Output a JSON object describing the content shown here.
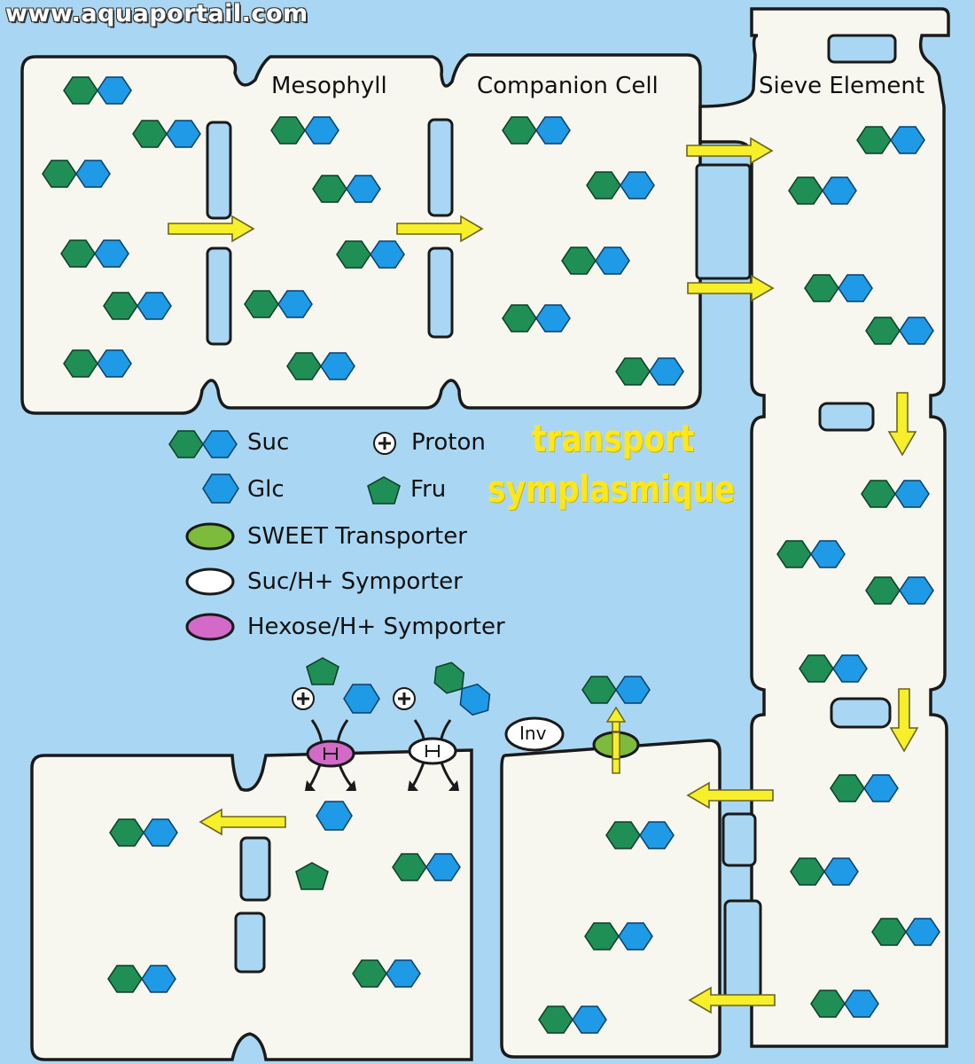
{
  "watermark": "www.aquaportail.com",
  "labels": {
    "mesophyll": "Mesophyll",
    "companion_cell": "Companion Cell",
    "sieve_element": "Sieve Element",
    "inv": "Inv"
  },
  "caption": {
    "line1": "transport",
    "line2": "symplasmique"
  },
  "legend": {
    "suc": "Suc",
    "proton": "Proton",
    "glc": "Glc",
    "fru": "Fru",
    "sweet": "SWEET Transporter",
    "suc_symporter": "Suc/H+ Symporter",
    "hexose_symporter": "Hexose/H+ Symporter"
  },
  "colors": {
    "background": "#a9d7f3",
    "cell_fill": "#f7f6ef",
    "fructose_green": "#1f8f55",
    "glucose_blue": "#1e9ae6",
    "arrow_yellow": "#f7ef2a",
    "sweet_green": "#7dbb3c",
    "hexose_pink": "#d36ac8",
    "caption_yellow": "#ffe71a"
  }
}
